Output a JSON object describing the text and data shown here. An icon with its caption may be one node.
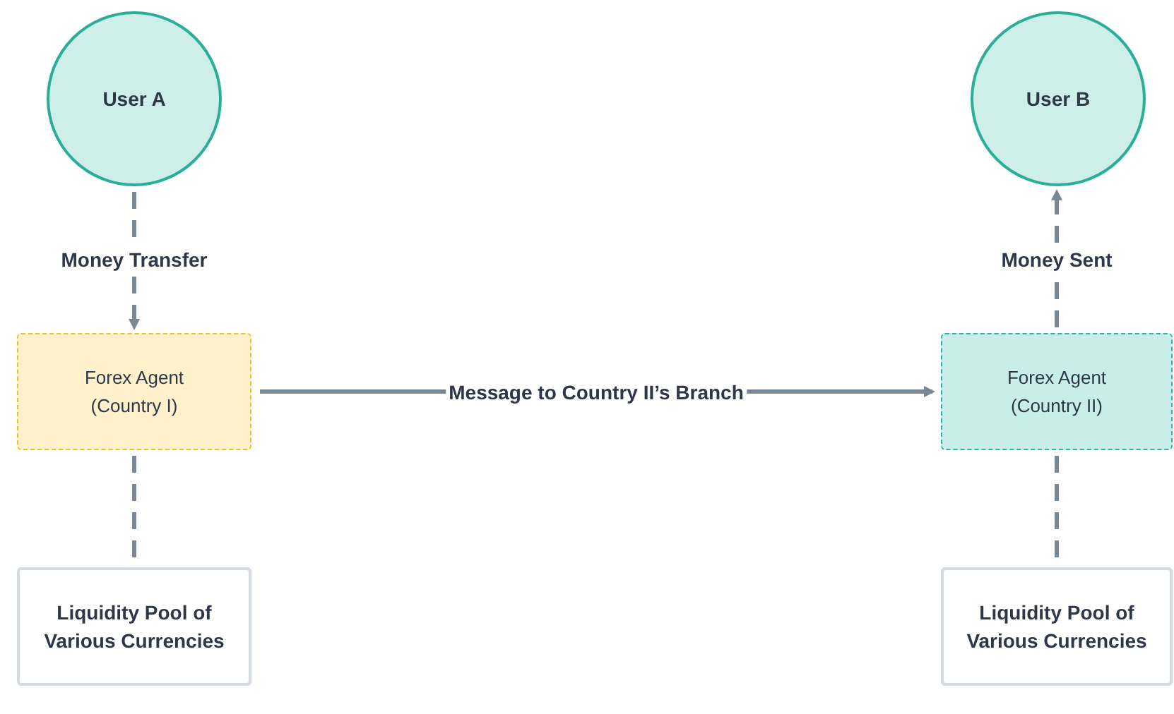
{
  "diagram": {
    "nodes": [
      {
        "text": [
          "User A"
        ]
      },
      {
        "text": [
          "User B"
        ]
      },
      {
        "text": [
          "Forex Agent (Country I)"
        ]
      },
      {
        "text": [
          "Forex Agent (Country II)"
        ]
      },
      {
        "text": [
          "Liquidity Pool of Various Currencies"
        ]
      },
      {
        "text": [
          "Liquidity Pool of Various Currencies"
        ]
      }
    ],
    "edges": [
      {
        "from": 0,
        "to": 2,
        "arrow": "to",
        "label": "Money Transfer",
        "style": "dashed"
      },
      {
        "from": 3,
        "to": 1,
        "arrow": "to",
        "label": "Money Sent",
        "style": "dashed"
      },
      {
        "from": 2,
        "to": 3,
        "arrow": "to",
        "label": "Message to Country II’s Branch"
      },
      {
        "from": 2,
        "to": 4,
        "arrow": "none",
        "style": "dashed"
      },
      {
        "from": 3,
        "to": 5,
        "arrow": "none",
        "style": "dashed"
      }
    ]
  }
}
